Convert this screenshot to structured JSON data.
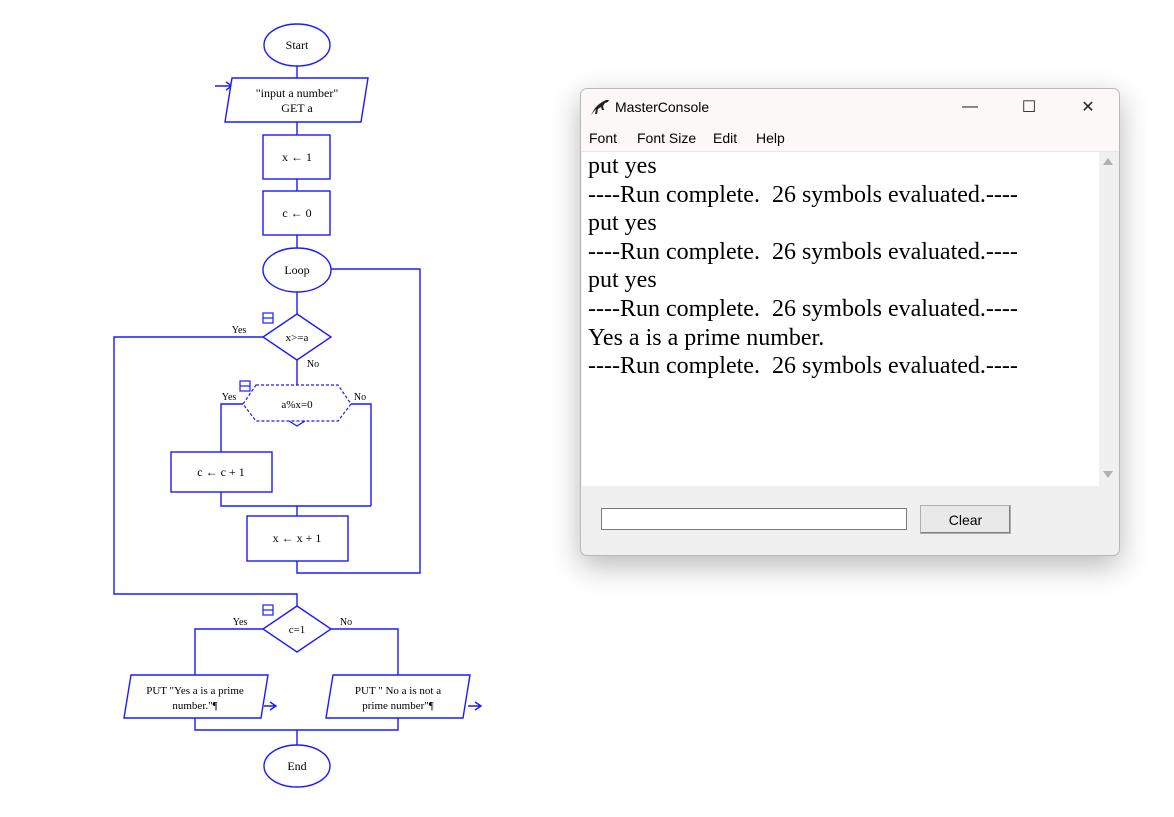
{
  "flowchart": {
    "start": "Start",
    "input_line1": "\"input a number\"",
    "input_line2": "GET a",
    "assign_x": "x ← 1",
    "assign_c": "c ← 0",
    "loop": "Loop",
    "cond_x": "x>=a",
    "cond_mod": "a%x=0",
    "inc_c": "c ← c + 1",
    "inc_x": "x ← x + 1",
    "cond_c": "c=1",
    "put_yes_line1": "PUT \"Yes a is a prime",
    "put_yes_line2": "number.\"¶",
    "put_no_line1": "PUT \" No a is not a",
    "put_no_line2": "prime number\"¶",
    "end": "End",
    "yes": "Yes",
    "no": "No"
  },
  "console": {
    "title": "MasterConsole",
    "window_buttons": {
      "minimize": "—",
      "maximize": "☐",
      "close": "✕"
    },
    "menu": [
      "Font",
      "Font Size",
      "Edit",
      "Help"
    ],
    "output_lines": [
      "put yes",
      "----Run complete.  26 symbols evaluated.----",
      "put yes",
      "----Run complete.  26 symbols evaluated.----",
      "put yes",
      "----Run complete.  26 symbols evaluated.----",
      "Yes a is a prime number.",
      "----Run complete.  26 symbols evaluated.----"
    ],
    "input_value": "",
    "clear_label": "Clear"
  },
  "colors": {
    "flowchart_stroke": "#1a1aff",
    "window_bg": "#f0f0f0"
  }
}
